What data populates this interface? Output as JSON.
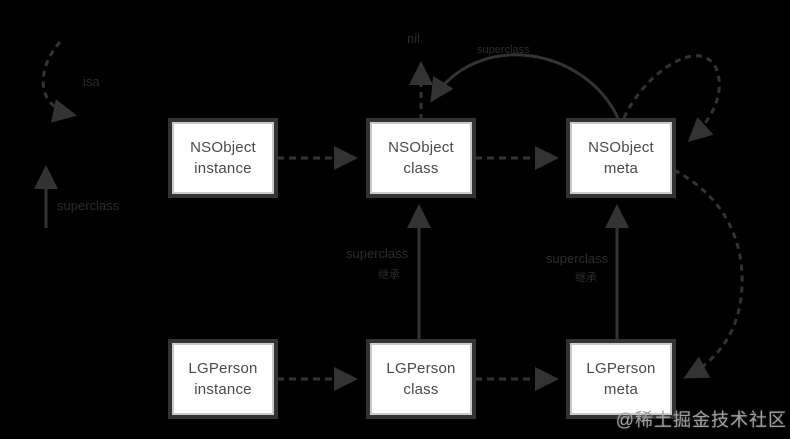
{
  "diagram": {
    "nodes": [
      {
        "id": "nsobject-instance",
        "line1": "NSObject",
        "line2": "instance"
      },
      {
        "id": "nsobject-class",
        "line1": "NSObject",
        "line2": "class"
      },
      {
        "id": "nsobject-meta",
        "line1": "NSObject",
        "line2": "meta"
      },
      {
        "id": "lgperson-instance",
        "line1": "LGPerson",
        "line2": "instance"
      },
      {
        "id": "lgperson-class",
        "line1": "LGPerson",
        "line2": "class"
      },
      {
        "id": "lgperson-meta",
        "line1": "LGPerson",
        "line2": "meta"
      }
    ],
    "labels": {
      "nil": "nil",
      "superclass_arc": "superclass",
      "mid_left_superclass": "superclass",
      "mid_left_sub": "继承",
      "mid_right_superclass": "superclass",
      "mid_right_sub": "继承"
    },
    "legend": {
      "isa_label": "isa",
      "superclass_label": "superclass"
    },
    "colors": {
      "background": "#000000",
      "wire": "#333333",
      "box_fill": "#ffffff",
      "box_border": "#c9c9c9",
      "box_halo": "#333333",
      "box_text": "#4a4a4a",
      "annotation_text": "#2c2c2c",
      "watermark": "#a0a0a0"
    }
  },
  "watermark": {
    "text": "@稀土掘金技术社区"
  }
}
